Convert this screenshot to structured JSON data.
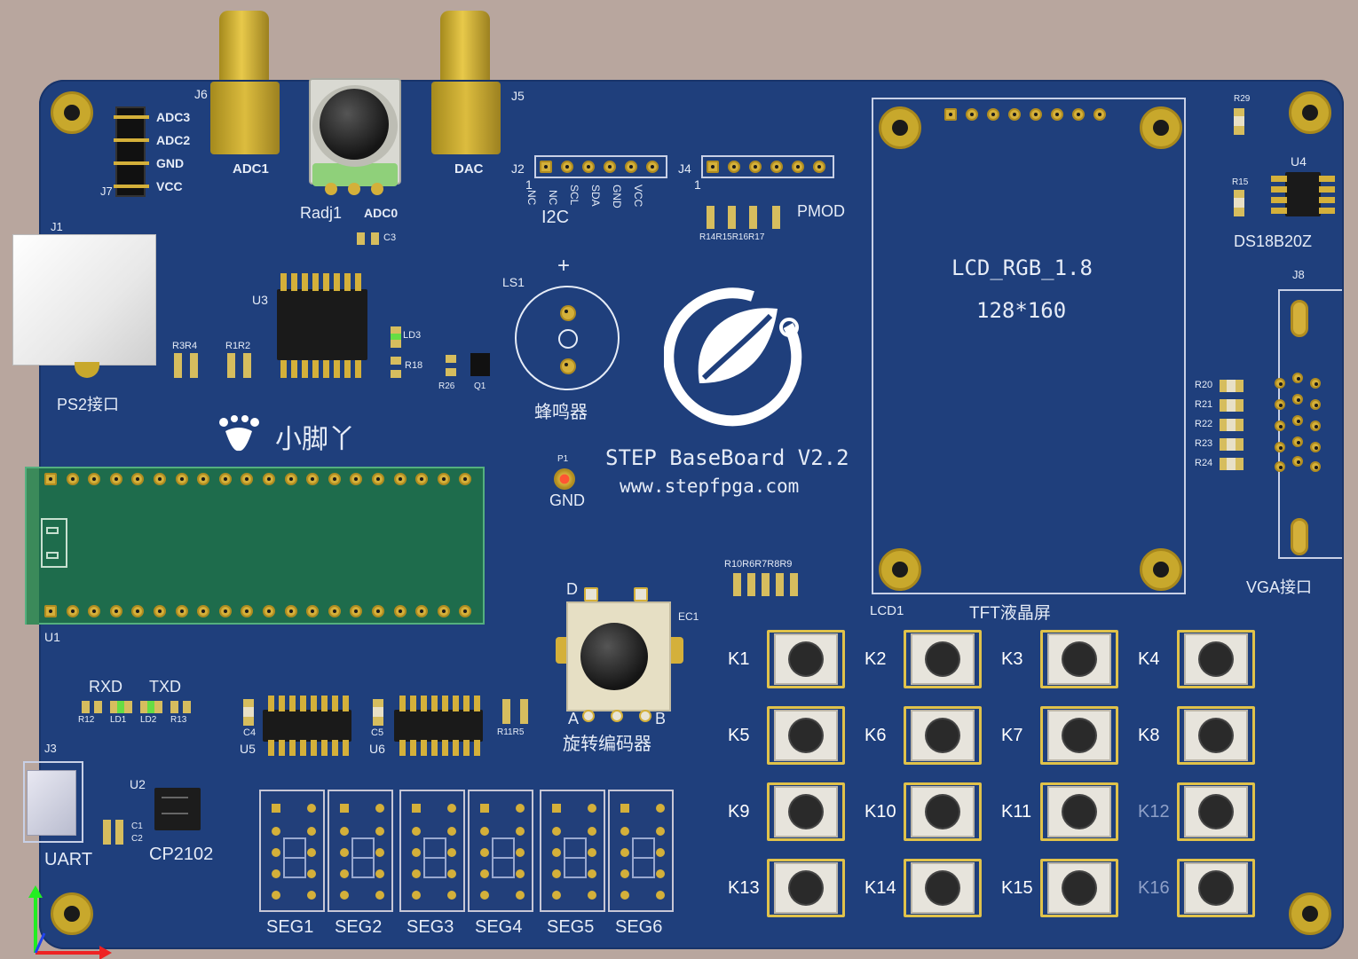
{
  "board": {
    "top_labels": {
      "adc3": "ADC3",
      "adc2": "ADC2",
      "gnd": "GND",
      "vcc": "VCC",
      "j7": "J7",
      "j6": "J6",
      "adc1": "ADC1",
      "dac": "DAC",
      "j5": "J5",
      "radj1": "Radj1",
      "adc0": "ADC0",
      "c3": "C3"
    },
    "i2c": {
      "ref": "J2",
      "pin1": "1",
      "title": "I2C",
      "pins": [
        "NC",
        "NC",
        "SCL",
        "SDA",
        "GND",
        "VCC"
      ]
    },
    "pmod": {
      "ref": "J4",
      "pin1": "1",
      "title": "PMOD",
      "resistors": "R14R15R16R17"
    },
    "ps2": {
      "ref": "J1",
      "label": "PS2接口",
      "resistors_left": "R3R4",
      "resistors_right": "R1R2"
    },
    "u3": {
      "ref": "U3",
      "led": "LD3",
      "r18": "R18",
      "r26": "R26",
      "q1": "Q1"
    },
    "buzzer": {
      "ref": "LS1",
      "plus": "+",
      "label": "蜂鸣器"
    },
    "logo": {
      "name": "小脚丫"
    },
    "branding": {
      "title": "STEP BaseBoard V2.2",
      "url": "www.stepfpga.com"
    },
    "gnd_test": {
      "ref": "P1",
      "label": "GND"
    },
    "fpga": {
      "ref": "U1"
    },
    "lcd": {
      "title": "LCD_RGB_1.8",
      "resolution": "128*160",
      "ref": "LCD1",
      "label": "TFT液晶屏"
    },
    "temp": {
      "r29": "R29",
      "r15": "R15",
      "ref": "U4",
      "label": "DS18B20Z"
    },
    "vga": {
      "ref": "J8",
      "label": "VGA接口",
      "resistors": [
        "R20",
        "R21",
        "R22",
        "R23",
        "R24"
      ]
    },
    "uart": {
      "rxd": "RXD",
      "txd": "TXD",
      "smd_labels": [
        "R12",
        "LD1",
        "LD2",
        "R13"
      ],
      "j3": "J3",
      "label": "UART",
      "c1": "C1",
      "c2": "C2"
    },
    "cp2102": {
      "ref": "U2",
      "label": "CP2102"
    },
    "shift_regs": {
      "c4": "C4",
      "u5": "U5",
      "c5": "C5",
      "u6": "U6",
      "resistors": "R11R5"
    },
    "encoder": {
      "ref": "EC1",
      "label": "旋转编码器",
      "d": "D",
      "a": "A",
      "b": "B"
    },
    "resistors_mid": "R10R6R7R8R9",
    "keys": [
      "K1",
      "K2",
      "K3",
      "K4",
      "K5",
      "K6",
      "K7",
      "K8",
      "K9",
      "K10",
      "K11",
      "K12",
      "K13",
      "K14",
      "K15",
      "K16"
    ],
    "segments": [
      "SEG1",
      "SEG2",
      "SEG3",
      "SEG4",
      "SEG5",
      "SEG6"
    ]
  },
  "colors": {
    "pcb": "#1f3f7c",
    "silkscreen": "#e6ecf7",
    "gold": "#d4b03a",
    "fpga_module": "#1f6e4c",
    "background": "#b8a69e"
  }
}
